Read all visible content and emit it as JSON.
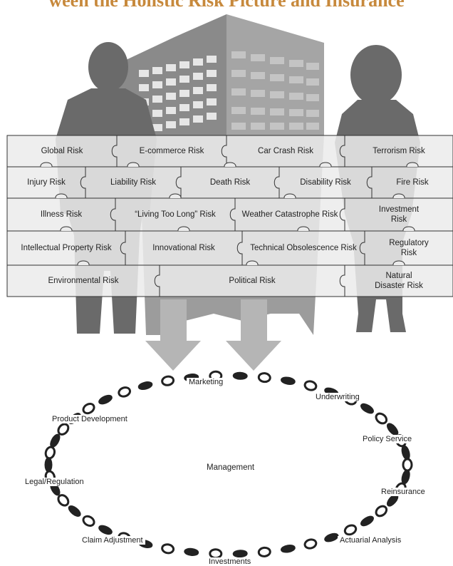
{
  "title": "ween the Holistic Risk Picture and Insurance",
  "colors": {
    "title": "#c7893c",
    "silhouette": "#6a6a6a",
    "building": "#7a7a7a",
    "puzzle_fill": "#ebebeb",
    "puzzle_stroke": "#333333",
    "chain": "#222222"
  },
  "puzzle_rows": [
    [
      "Global Risk",
      "E-commerce Risk",
      "Car Crash Risk",
      "Terrorism Risk"
    ],
    [
      "Injury Risk",
      "Liability Risk",
      "Death Risk",
      "Disability Risk",
      "Fire Risk"
    ],
    [
      "Illness Risk",
      "“Living Too Long” Risk",
      "Weather Catastrophe Risk",
      "Investment Risk"
    ],
    [
      "Intellectual Property Risk",
      "Innovational Risk",
      "Technical Obsolescence Risk",
      "Regulatory Risk"
    ],
    [
      "Environmental Risk",
      "Political Risk",
      "Natural Disaster Risk"
    ]
  ],
  "cycle": {
    "center": "Management",
    "nodes": [
      "Marketing",
      "Underwriting",
      "Policy Service",
      "Reinsurance",
      "Actuarial Analysis",
      "Investments",
      "Claim Adjustment",
      "Legal/Regulation",
      "Product Development"
    ]
  }
}
